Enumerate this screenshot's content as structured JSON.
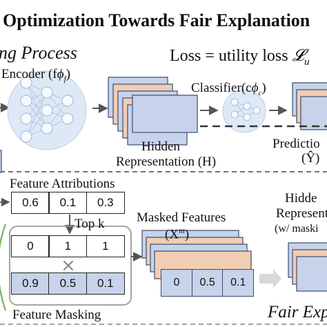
{
  "header": {
    "title": "e Optimization Towards Fair Explanation",
    "section_title": "ng Process",
    "loss_text": "Loss = utility loss",
    "loss_symbol": "𝓛",
    "loss_subscript": "u"
  },
  "training": {
    "encoder_label": "Encoder (f",
    "encoder_sub": "ϕ",
    "encoder_subsub": "f",
    "encoder_close": ")",
    "classifier_label": "Classifier(c",
    "classifier_sub": "ϕ",
    "classifier_subsub": "c",
    "classifier_close": ")",
    "hidden_line1": "Hidden",
    "hidden_line2": "Representation (H)",
    "prediction_line1": "Predictio",
    "prediction_line2": "(Ŷ)"
  },
  "masking": {
    "attributions_label": "Feature Attributions",
    "attributions_values": [
      "0.6",
      "0.1",
      "0.3"
    ],
    "topk_label": "Top k",
    "mask_values": [
      "0",
      "1",
      "1"
    ],
    "cross_symbol": "×",
    "input_values": [
      "0.9",
      "0.5",
      "0.1"
    ],
    "feature_masking_label": "Feature Masking",
    "masked_features_label": "Masked Features",
    "masked_features_symbol": "(X",
    "masked_features_sup": "m",
    "masked_features_close": ")",
    "masked_values": [
      "0",
      "0.5",
      "0.1"
    ],
    "hidden_line1": "Hidde",
    "hidden_line2": "Represent",
    "hidden_line3": "(w/ maski",
    "fair_label": "Fair Exp"
  },
  "colors": {
    "blue_fill": "#c6d3ea",
    "orange_fill": "#f1cdb4",
    "node_fill": "#d3e3f5",
    "divider": "#444444",
    "arrow": "#555555",
    "green_arc": "#7ab86a"
  }
}
